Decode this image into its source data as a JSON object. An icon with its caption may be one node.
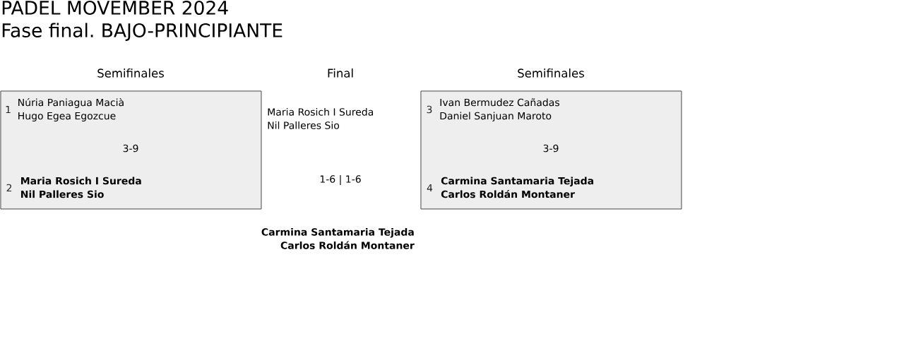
{
  "diagram": {
    "title": "PADEL MOVEMBER 2024",
    "nodes": [
      {
        "text": [
          "1",
          "Núria Paniagua Macià",
          "Hugo Egea Egozcue",
          "3-9",
          "2",
          "Maria Rosich I Sureda",
          "Nil Palleres Sio"
        ]
      },
      {
        "text": [
          "3",
          "Ivan Bermudez Cañadas",
          "Daniel Sanjuan Maroto",
          "3-9",
          "4",
          "Carmina Santamaria Tejada",
          "Carlos Roldán Montaner"
        ]
      }
    ],
    "labels": [
      "Fase final. BAJO-PRINCIPIANTE",
      "Semifinales",
      "Final",
      "Semifinales",
      "Maria Rosich I Sureda",
      "Nil Palleres Sio",
      "1-6 | 1-6",
      "Carmina Santamaria Tejada",
      "Carlos Roldán Montaner"
    ]
  }
}
